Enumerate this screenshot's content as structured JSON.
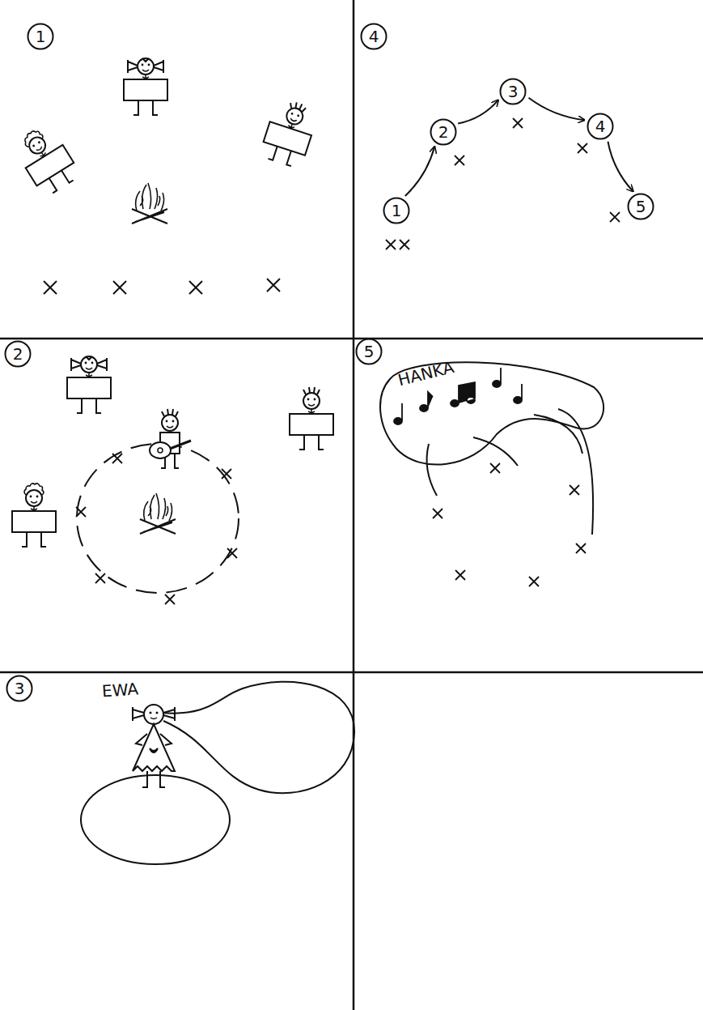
{
  "diagram": {
    "nodes": [
      {
        "text": [
          "1"
        ]
      },
      {
        "text": [
          "4"
        ]
      },
      {
        "text": [
          "1"
        ]
      },
      {
        "text": [
          "2"
        ]
      },
      {
        "text": [
          "3"
        ]
      },
      {
        "text": [
          "4"
        ]
      },
      {
        "text": [
          "5"
        ]
      },
      {
        "text": [
          "2"
        ]
      },
      {
        "text": [
          "5"
        ]
      },
      {
        "text": [
          "HANKA"
        ]
      },
      {
        "text": [
          "3"
        ]
      }
    ],
    "edges": [
      {
        "from": 2,
        "to": 3,
        "arrow": "to"
      },
      {
        "from": 3,
        "to": 4,
        "arrow": "to"
      },
      {
        "from": 4,
        "to": 5,
        "arrow": "to"
      },
      {
        "from": 5,
        "to": 6,
        "arrow": "to"
      }
    ],
    "labels": [
      "EWA"
    ]
  }
}
